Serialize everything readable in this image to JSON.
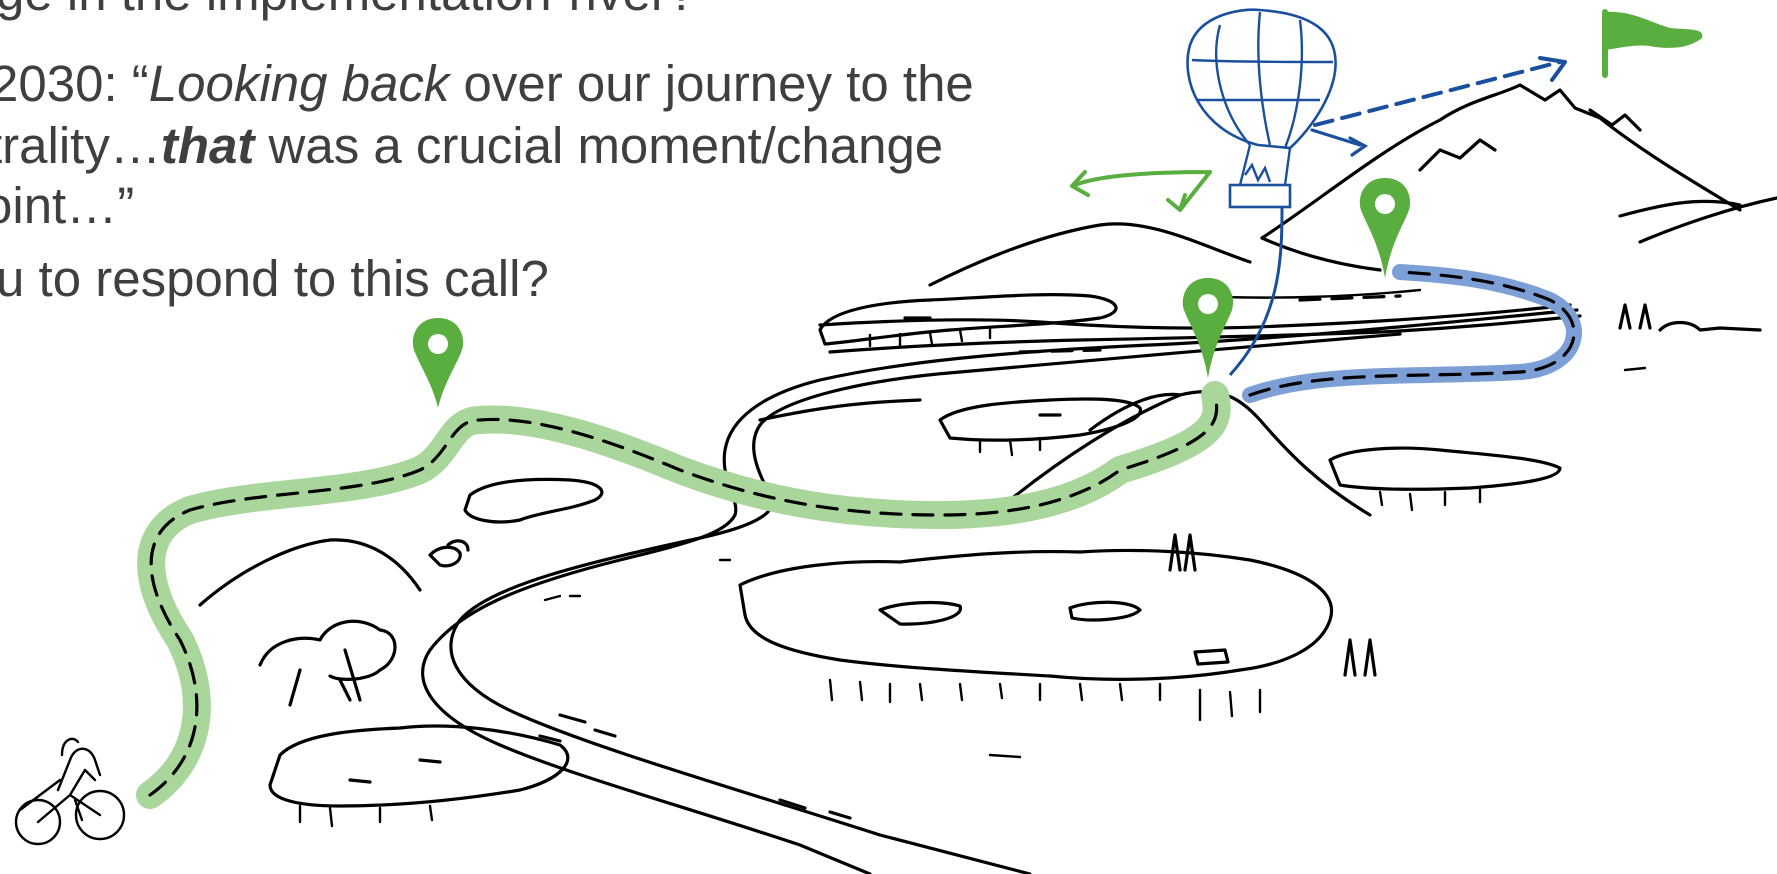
{
  "text": {
    "line1": "ge in the implementation-river?",
    "line2_prefix": "2030: “",
    "line2_italic": "Looking back",
    "line2_rest": " over our journey to the",
    "line3_prefix": "trality…",
    "line3_bold_italic": "that",
    "line3_rest": " was a crucial moment/change",
    "line4": "oint…”",
    "line5": "u to respond to this call?"
  },
  "colors": {
    "text": "#3f3f3f",
    "green_path": "#a9d69a",
    "green_pin": "#5aae3f",
    "blue_path": "#7c9fd6",
    "blue_ink": "#1a4f9e",
    "ink": "#000000"
  },
  "icons": [
    "location-pin-icon",
    "flag-icon",
    "hot-air-balloon-icon",
    "cyclist-icon"
  ]
}
